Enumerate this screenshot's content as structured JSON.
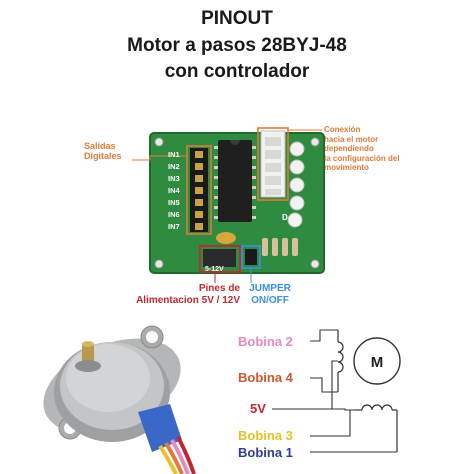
{
  "title": {
    "line1": "PINOUT",
    "line2": "Motor a pasos 28BYJ-48",
    "line3": "con controlador"
  },
  "annotations": {
    "salidas_line1": "Salidas",
    "salidas_line2": "Digitales",
    "conexion_lines": [
      "Conexión",
      "hacia el motor",
      "dependiendo",
      "la configuración del",
      "movimiento"
    ],
    "pines_line1": "Pines de",
    "pines_line2": "Alimentacion 5V / 12V",
    "jumper_line1": "JUMPER",
    "jumper_line2": "ON/OFF"
  },
  "board": {
    "pins": [
      "IN1",
      "IN2",
      "IN3",
      "IN4",
      "IN5",
      "IN6",
      "IN7"
    ],
    "power_label": "5-12V",
    "d_label": "D"
  },
  "schematic": {
    "motor_symbol": "M",
    "bobina2": "Bobina 2",
    "bobina4": "Bobina 4",
    "v5": "5V",
    "bobina3": "Bobina 3",
    "bobina1": "Bobina 1"
  },
  "colors": {
    "annotation": "#e07a3a",
    "jumper": "#3a8fd8",
    "bobina2": "#e58bbf",
    "bobina4": "#d2552e",
    "v5": "#c0282f",
    "bobina3": "#e8c02a",
    "bobina1": "#2f3d9a",
    "pcb": "#2e8b3f"
  }
}
